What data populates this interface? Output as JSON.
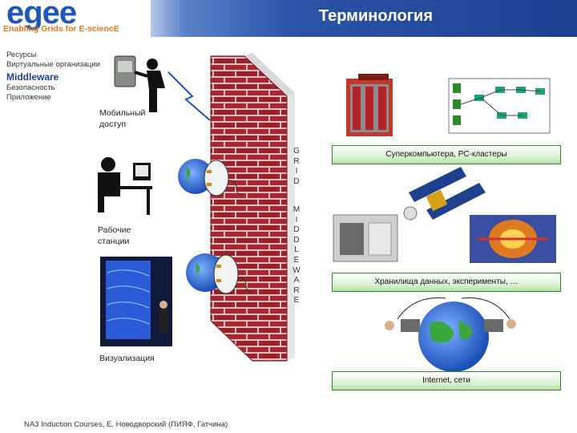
{
  "header": {
    "logo": "egee",
    "logo_sub": "Enabling Grids for E-sciencE",
    "title": "Терминология"
  },
  "menu": {
    "item1": "Ресурсы",
    "item2": "Виртуальные организации",
    "middleware": "Middleware",
    "item4": "Безопасность",
    "item5": "Приложение"
  },
  "labels": {
    "mobile_line1": "Мобильный",
    "mobile_line2": "доступ",
    "workstations_line1": "Рабочие",
    "workstations_line2": "станции",
    "visualization": "Визуализация"
  },
  "wall_text": {
    "grid": [
      "G",
      "R",
      "I",
      "D"
    ],
    "middleware": [
      "M",
      "I",
      "D",
      "D",
      "L",
      "E",
      "W",
      "A",
      "R",
      "E"
    ]
  },
  "bars": {
    "supercomputers": "Суперкомпьютера, PC-кластеры",
    "storage": "Хранилища данных, эксперименты, …",
    "internet": "Internet, сети"
  },
  "footer": "NA3 Induction Courses, E. Новодворский (ПИЯФ, Гатчина)",
  "colors": {
    "brick": "#b3232b",
    "accent_blue": "#1f3f8f",
    "bar_border": "#2f8a2a"
  }
}
